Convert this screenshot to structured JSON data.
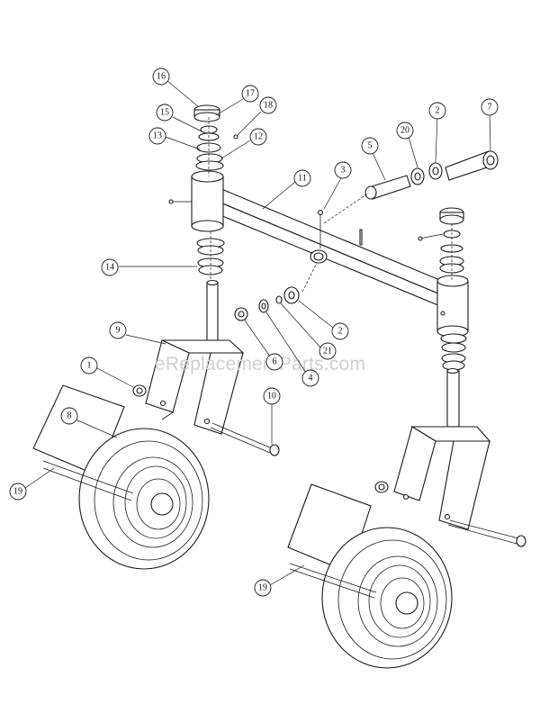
{
  "watermark": "eReplacementParts.com",
  "callouts": [
    {
      "id": "c16",
      "label": "16"
    },
    {
      "id": "c17",
      "label": "17"
    },
    {
      "id": "c18",
      "label": "18"
    },
    {
      "id": "c15",
      "label": "15"
    },
    {
      "id": "c13",
      "label": "13"
    },
    {
      "id": "c12",
      "label": "12"
    },
    {
      "id": "c14",
      "label": "14"
    },
    {
      "id": "c11",
      "label": "11"
    },
    {
      "id": "c3",
      "label": "3"
    },
    {
      "id": "c5",
      "label": "5"
    },
    {
      "id": "c20",
      "label": "20"
    },
    {
      "id": "c2a",
      "label": "2"
    },
    {
      "id": "c7",
      "label": "7"
    },
    {
      "id": "c9",
      "label": "9"
    },
    {
      "id": "c6",
      "label": "6"
    },
    {
      "id": "c4",
      "label": "4"
    },
    {
      "id": "c21",
      "label": "21"
    },
    {
      "id": "c2b",
      "label": "2"
    },
    {
      "id": "c1",
      "label": "1"
    },
    {
      "id": "c10",
      "label": "10"
    },
    {
      "id": "c8",
      "label": "8"
    },
    {
      "id": "c19a",
      "label": "19"
    },
    {
      "id": "c19b",
      "label": "19"
    }
  ]
}
